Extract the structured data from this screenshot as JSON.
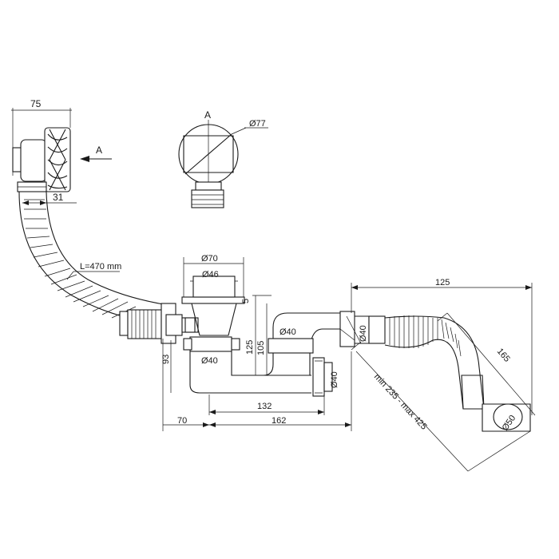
{
  "labels": {
    "dim_75": "75",
    "dim_31": "31",
    "arrow_a": "A",
    "view_a": "A",
    "dia_77": "Ø77",
    "length_hose": "L=470 mm",
    "dia_70": "Ø70",
    "dia_46": "Ø46",
    "dim_5": "5",
    "dim_125_v": "125",
    "dim_105": "105",
    "dim_93": "93",
    "dia_40_bottle": "Ø40",
    "dia_40_top": "Ø40",
    "dia_40_right": "Ø40",
    "dia_40_outlet": "Ø40",
    "dim_132": "132",
    "dim_70": "70",
    "dim_162": "162",
    "dim_125_h": "125",
    "dim_165": "165",
    "range_len": "min 235 - max 425",
    "dia_50": "Ø50"
  },
  "colors": {
    "line": "#1a1a1a",
    "background": "#ffffff"
  }
}
